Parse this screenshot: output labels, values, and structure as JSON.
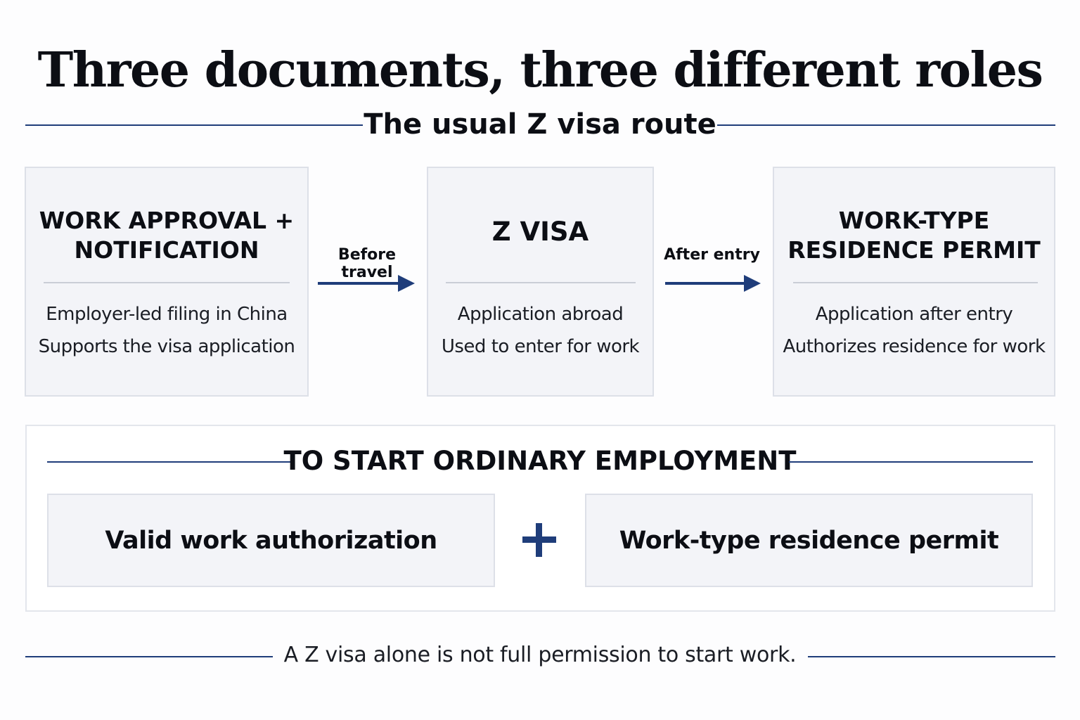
{
  "title": "Three documents, three different roles",
  "subtitle": "The usual Z visa route",
  "steps": [
    {
      "title_lines": [
        "WORK APPROVAL +",
        "NOTIFICATION"
      ],
      "lines": [
        "Employer-led filing in China",
        "Supports the visa application"
      ]
    },
    {
      "title_lines": [
        "Z VISA"
      ],
      "lines": [
        "Application abroad",
        "Used to enter for work"
      ]
    },
    {
      "title_lines": [
        "WORK-TYPE",
        "RESIDENCE PERMIT"
      ],
      "lines": [
        "Application after entry",
        "Authorizes residence for work"
      ]
    }
  ],
  "arrows": [
    "Before travel",
    "After entry"
  ],
  "requirements": {
    "title": "TO START ORDINARY EMPLOYMENT",
    "items": [
      "Valid work authorization",
      "Work-type residence permit"
    ]
  },
  "footnote": "A Z visa alone is not full permission to start work.",
  "colors": {
    "accent": "#1f3d7a",
    "card_bg": "#f3f4f8",
    "card_border": "#dde0e8"
  }
}
